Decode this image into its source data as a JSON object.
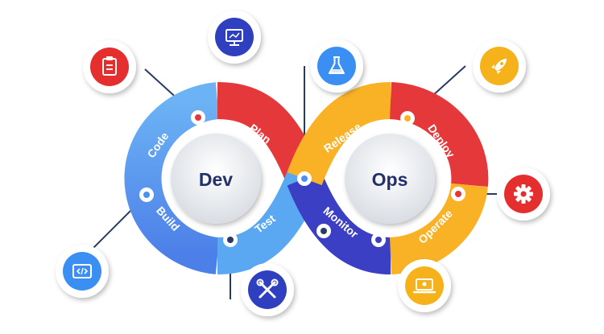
{
  "center": {
    "left": "Dev",
    "right": "Ops"
  },
  "stages": {
    "code": "Code",
    "plan": "Plan",
    "build": "Build",
    "test": "Test",
    "release": "Release",
    "deploy": "Deploy",
    "operate": "Operate",
    "monitor": "Monitor"
  },
  "colors": {
    "blue": "#4c8ff0",
    "blue_light": "#6cb3f5",
    "red": "#e5383b",
    "yellow": "#f9b225",
    "navy": "#3a3fc4",
    "text_dark": "#23306b"
  },
  "icons": [
    {
      "name": "clipboard-icon",
      "color": "#e52f2f"
    },
    {
      "name": "monitor-icon",
      "color": "#2e3fbf"
    },
    {
      "name": "flask-icon",
      "color": "#3b8ff2"
    },
    {
      "name": "rocket-icon",
      "color": "#f6b21b"
    },
    {
      "name": "gear-icon",
      "color": "#e52f2f"
    },
    {
      "name": "laptop-icon",
      "color": "#f6b21b"
    },
    {
      "name": "tools-icon",
      "color": "#2e3fbf"
    },
    {
      "name": "code-icon",
      "color": "#3b8ff2"
    }
  ]
}
